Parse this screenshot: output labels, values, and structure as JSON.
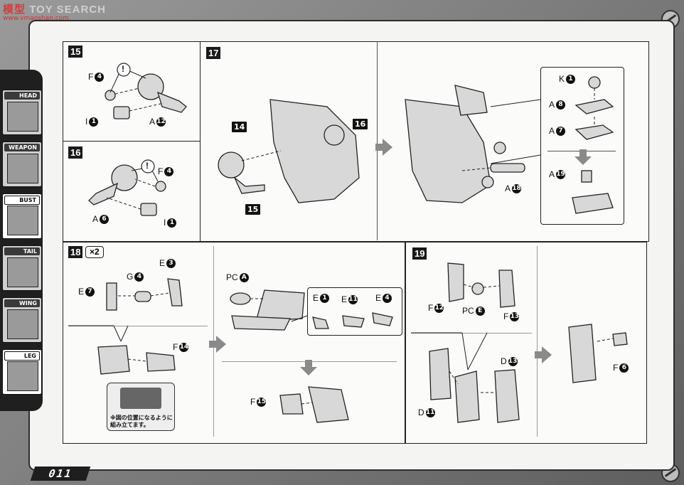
{
  "watermark": {
    "brand_red": "模型",
    "brand_gray": "TOY SEARCH",
    "url": "www.vmaoshan.com"
  },
  "page_number": "011",
  "sidebar": {
    "tabs": [
      {
        "label": "HEAD",
        "active": false
      },
      {
        "label": "WEAPON",
        "active": false
      },
      {
        "label": "BUST",
        "active": true
      },
      {
        "label": "TAIL",
        "active": false
      },
      {
        "label": "WING",
        "active": false
      },
      {
        "label": "LEG",
        "active": true
      }
    ]
  },
  "steps": {
    "s15": {
      "number": "15",
      "labels": {
        "f4": {
          "letter": "F",
          "num": "4"
        },
        "i1": {
          "letter": "I",
          "num": "1"
        },
        "a12": {
          "letter": "A",
          "num": "12"
        },
        "caution": "!"
      }
    },
    "s16": {
      "number": "16",
      "labels": {
        "f4": {
          "letter": "F",
          "num": "4"
        },
        "a6": {
          "letter": "A",
          "num": "6"
        },
        "i1": {
          "letter": "I",
          "num": "1"
        },
        "caution": "!"
      }
    },
    "s17": {
      "number": "17",
      "refs": {
        "r14": "14",
        "r16": "16",
        "r15": "15"
      },
      "labels": {
        "k1": {
          "letter": "K",
          "num": "1"
        },
        "a8": {
          "letter": "A",
          "num": "8"
        },
        "a7": {
          "letter": "A",
          "num": "7"
        },
        "a19": {
          "letter": "A",
          "num": "19"
        },
        "a18": {
          "letter": "A",
          "num": "18"
        }
      }
    },
    "s18": {
      "number": "18",
      "multiplier": "×2",
      "labels": {
        "e3": {
          "letter": "E",
          "num": "3"
        },
        "g4": {
          "letter": "G",
          "num": "4"
        },
        "e7": {
          "letter": "E",
          "num": "7"
        },
        "f14": {
          "letter": "F",
          "num": "14"
        },
        "pca": {
          "letter": "PC",
          "num": "A"
        },
        "e1": {
          "letter": "E",
          "num": "1"
        },
        "e11": {
          "letter": "E",
          "num": "11"
        },
        "e4": {
          "letter": "E",
          "num": "4"
        },
        "f15": {
          "letter": "F",
          "num": "15"
        }
      },
      "note": {
        "line1": "※図の位置になるように",
        "line2": "組み立てます。"
      }
    },
    "s19": {
      "number": "19",
      "labels": {
        "f12": {
          "letter": "F",
          "num": "12"
        },
        "pce": {
          "letter": "PC",
          "num": "E"
        },
        "f13": {
          "letter": "F",
          "num": "13"
        },
        "d13": {
          "letter": "D",
          "num": "13"
        },
        "d11": {
          "letter": "D",
          "num": "11"
        },
        "f6": {
          "letter": "F",
          "num": "6"
        }
      }
    }
  }
}
